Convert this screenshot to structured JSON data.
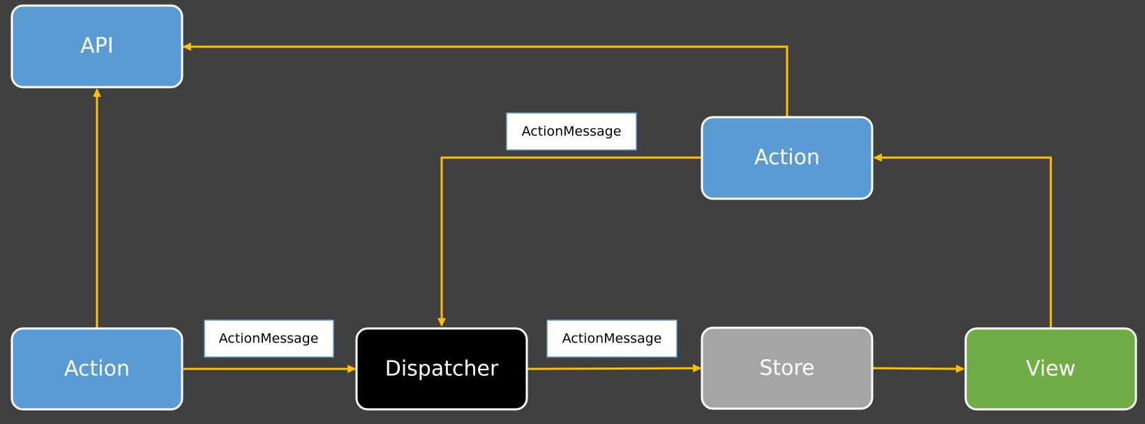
{
  "colors": {
    "background": "#404040",
    "edge": "#FFC000",
    "node_border": "#FFFFFF",
    "label_border": "#5B9BD5",
    "label_fill": "#FFFFFF"
  },
  "nodes": {
    "api": {
      "label": "API",
      "fill": "#5B9BD5"
    },
    "action_top": {
      "label": "Action",
      "fill": "#5B9BD5"
    },
    "action_bottom": {
      "label": "Action",
      "fill": "#5B9BD5"
    },
    "dispatcher": {
      "label": "Dispatcher",
      "fill": "#000000"
    },
    "store": {
      "label": "Store",
      "fill": "#A5A5A5"
    },
    "view": {
      "label": "View",
      "fill": "#70AD47"
    }
  },
  "labels": {
    "top": "ActionMessage",
    "left": "ActionMessage",
    "mid": "ActionMessage"
  },
  "edges": [
    {
      "from": "action_bottom",
      "to": "api"
    },
    {
      "from": "action_top",
      "to": "api"
    },
    {
      "from": "action_top",
      "to": "dispatcher"
    },
    {
      "from": "action_bottom",
      "to": "dispatcher"
    },
    {
      "from": "dispatcher",
      "to": "store"
    },
    {
      "from": "store",
      "to": "view"
    },
    {
      "from": "view",
      "to": "action_top"
    }
  ]
}
